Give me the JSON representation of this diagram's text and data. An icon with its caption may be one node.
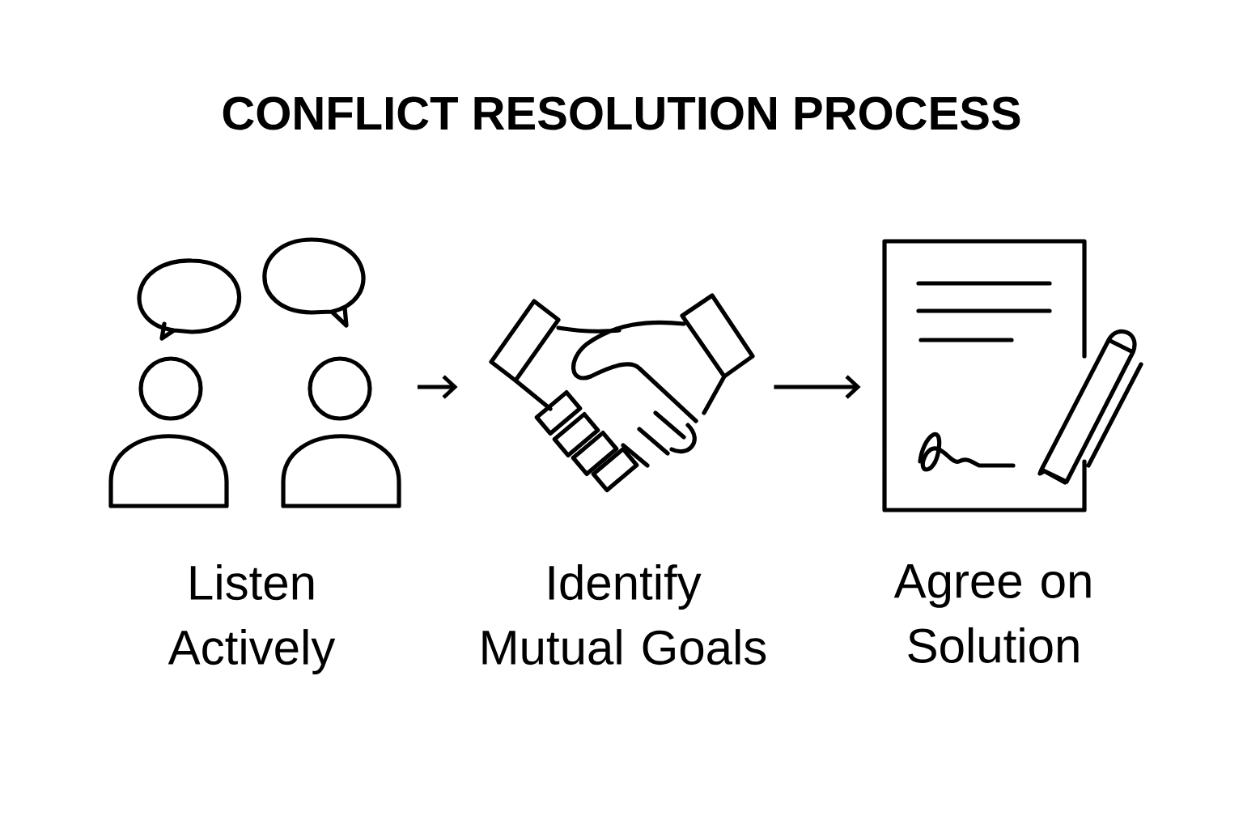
{
  "diagram": {
    "title": "CONFLICT RESOLUTION PROCESS",
    "nodes": [
      {
        "text": [
          "Listen Actively"
        ]
      },
      {
        "text": [
          "Identify Mutual Goals"
        ]
      },
      {
        "text": [
          "Agree on Solution"
        ]
      }
    ],
    "edges": [
      {
        "from": 0,
        "to": 1,
        "arrow": "to"
      },
      {
        "from": 1,
        "to": 2,
        "arrow": "to"
      }
    ]
  }
}
